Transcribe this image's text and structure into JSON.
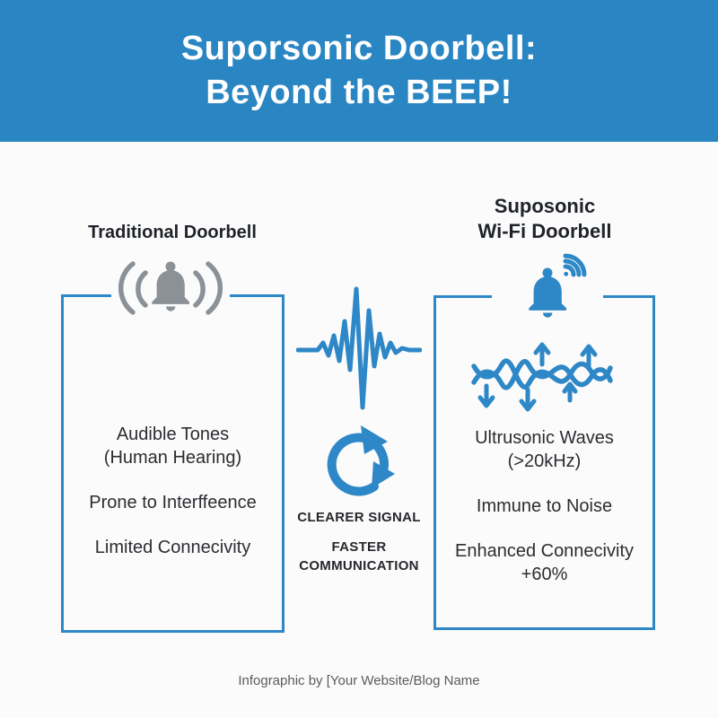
{
  "colors": {
    "accent_blue": "#2e87c6",
    "header_bg": "#2a85c3",
    "bell_gray": "#8b9197",
    "heading_text": "#1f2328",
    "body_text": "#2b2d31",
    "footer_text": "#595b5e",
    "page_bg": "#fbfbfb"
  },
  "header": {
    "title_lines": [
      "Suporsonic Doorbell:",
      "Beyond the BEEP!"
    ]
  },
  "left_column": {
    "heading": "Traditional Doorbell",
    "icon": "bell-ringing-icon",
    "rows": [
      {
        "lines": [
          "Audible Tones",
          "(Human Hearing)"
        ]
      },
      {
        "lines": [
          "Prone to Interffeence"
        ]
      },
      {
        "lines": [
          "Limited Connecivity"
        ]
      }
    ]
  },
  "right_column": {
    "heading_lines": [
      "Suposonic",
      "Wi-Fi Doorbell"
    ],
    "icon": "bell-wifi-icon",
    "wave_icon": "ultrasonic-waves-icon",
    "rows": [
      {
        "lines": [
          "Ultrusonic Waves",
          "(>20kHz)"
        ]
      },
      {
        "lines": [
          "Immune to Noise"
        ]
      },
      {
        "lines": [
          "Enhanced Connecivity",
          "+60%"
        ]
      }
    ]
  },
  "center": {
    "waveform_icon": "signal-waveform-icon",
    "cycle_icon": "refresh-cycle-icon",
    "caption1": "CLEARER SIGNAL",
    "caption2_lines": [
      "FASTER",
      "COMMUNICATION"
    ]
  },
  "footer": {
    "credit": "Infographic by [Your Website/Blog Name"
  }
}
